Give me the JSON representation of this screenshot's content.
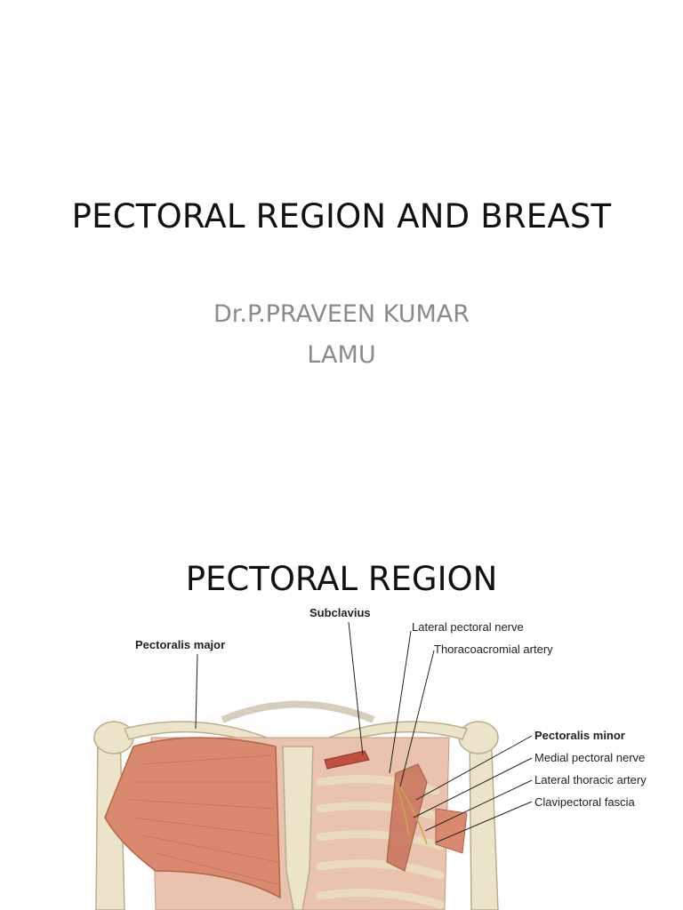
{
  "slide1": {
    "title": "PECTORAL REGION AND BREAST",
    "author": "Dr.P.PRAVEEN KUMAR",
    "affiliation": "LAMU"
  },
  "slide2": {
    "title": "PECTORAL REGION",
    "labels": {
      "subclavius": "Subclavius",
      "pectoralis_major": "Pectoralis major",
      "lateral_pectoral_nerve": "Lateral pectoral nerve",
      "thoracoacromial_artery": "Thoracoacromial artery",
      "pectoralis_minor": "Pectoralis minor",
      "medial_pectoral_nerve": "Medial pectoral nerve",
      "lateral_thoracic_artery": "Lateral thoracic artery",
      "clavipectoral_fascia": "Clavipectoral fascia"
    }
  },
  "colors": {
    "muscle": "#d98a6e",
    "muscle_dark": "#b8604a",
    "bone": "#ece4c8",
    "bone_edge": "#b9ae8c"
  }
}
